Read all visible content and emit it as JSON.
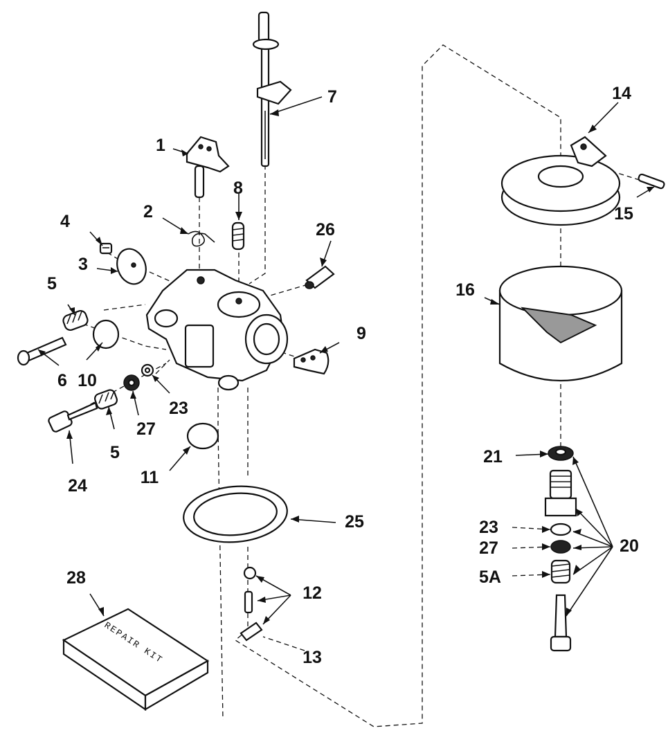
{
  "labels": {
    "p1": "1",
    "p2": "2",
    "p3": "3",
    "p4": "4",
    "p5a": "5",
    "p5b": "5",
    "p5A": "5A",
    "p6": "6",
    "p7": "7",
    "p8": "8",
    "p9": "9",
    "p10": "10",
    "p11": "11",
    "p12": "12",
    "p13": "13",
    "p14": "14",
    "p15": "15",
    "p16": "16",
    "p20": "20",
    "p21": "21",
    "p23a": "23",
    "p23b": "23",
    "p24": "24",
    "p25": "25",
    "p26": "26",
    "p27a": "27",
    "p27b": "27",
    "p28": "28"
  },
  "kit_text": "REPAIR KIT"
}
